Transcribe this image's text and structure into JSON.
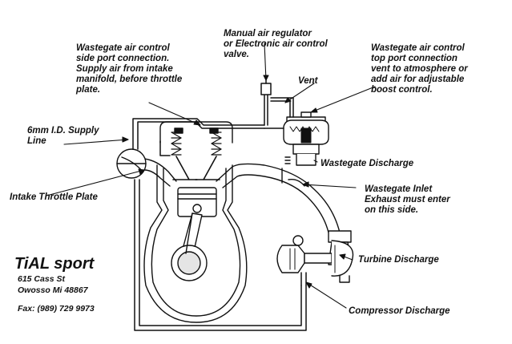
{
  "labels": {
    "wastegate_side_port": [
      "Wastegate air control",
      "side port connection.",
      "Supply air from intake",
      "manifold, before throttle",
      "plate."
    ],
    "manual_air_regulator": [
      "Manual air regulator",
      "or Electronic air control",
      "valve."
    ],
    "wastegate_top_port": [
      "Wastegate air control",
      "top port connection",
      "vent to atmosphere or",
      "add air for adjustable",
      "boost control."
    ],
    "vent": "Vent",
    "supply_line": [
      "6mm I.D. Supply",
      "Line"
    ],
    "wastegate_discharge": "Wastegate Discharge",
    "wastegate_inlet": [
      "Wastegate Inlet",
      "Exhaust must enter",
      "on this side."
    ],
    "intake_throttle_plate": "Intake Throttle Plate",
    "turbine_discharge": "Turbine Discharge",
    "compressor_discharge": "Compressor Discharge"
  },
  "company": {
    "brand": "TiAL sport",
    "address_line1": "615 Cass St",
    "address_line2": "Owosso Mi 48867",
    "fax": "Fax: (989) 729 9973"
  },
  "colors": {
    "ink": "#111111",
    "paper": "#ffffff",
    "shade": "#cfcfcf"
  }
}
